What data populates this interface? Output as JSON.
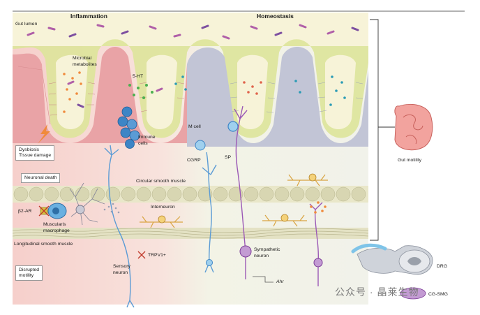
{
  "headers": {
    "left": "Inflammation",
    "right": "Homeostasis"
  },
  "labels": {
    "gut_lumen": "Gut lumen",
    "microbial_metabolites": [
      "Microbial",
      "metabolites"
    ],
    "five_ht": "5-HT",
    "immune_cells": [
      "Immune",
      "cells"
    ],
    "m_cell": "M cell",
    "cgrp": "CGRP",
    "sp": "SP",
    "circular_smooth_muscle": "Circular smooth muscle",
    "interneuron": "Interneuron",
    "b2_ar": "β2-AR",
    "muscularis_macrophage": [
      "Muscularis",
      "macrophage"
    ],
    "longitudinal_smooth_muscle": "Longitudinal smooth muscle",
    "sensory_neuron": [
      "Sensory",
      "neuron"
    ],
    "trpv1": "TRPV1+",
    "sympathetic_neuron": [
      "Sympathetic",
      "neuron"
    ],
    "ahr": "Ahr",
    "gut_motility": "Gut motility",
    "drg": "DRG",
    "cg_smg": "CG-SMG"
  },
  "boxes": {
    "dysbiosis": [
      "Dysbiosis",
      "Tissue damage"
    ],
    "neuronal_death": "Neuronal death",
    "disrupted_motility": [
      "Disrupted",
      "motility"
    ]
  },
  "watermark": "公众号 · 晶莱生物",
  "colors": {
    "lumen": "#f7f3d8",
    "inflamed_tissue": "#f6cfcb",
    "healthy_tissue": "#f3f3e6",
    "epithelium_inflamed": "#e9a3a6",
    "epithelium_healthy": "#c2c5d6",
    "mucus": "#dde49a",
    "sensory_neuron": "#5b9bd5",
    "sympathetic_neuron": "#9b59b6",
    "interneuron": "#d9a441",
    "immune_cell": "#3d85c6"
  }
}
